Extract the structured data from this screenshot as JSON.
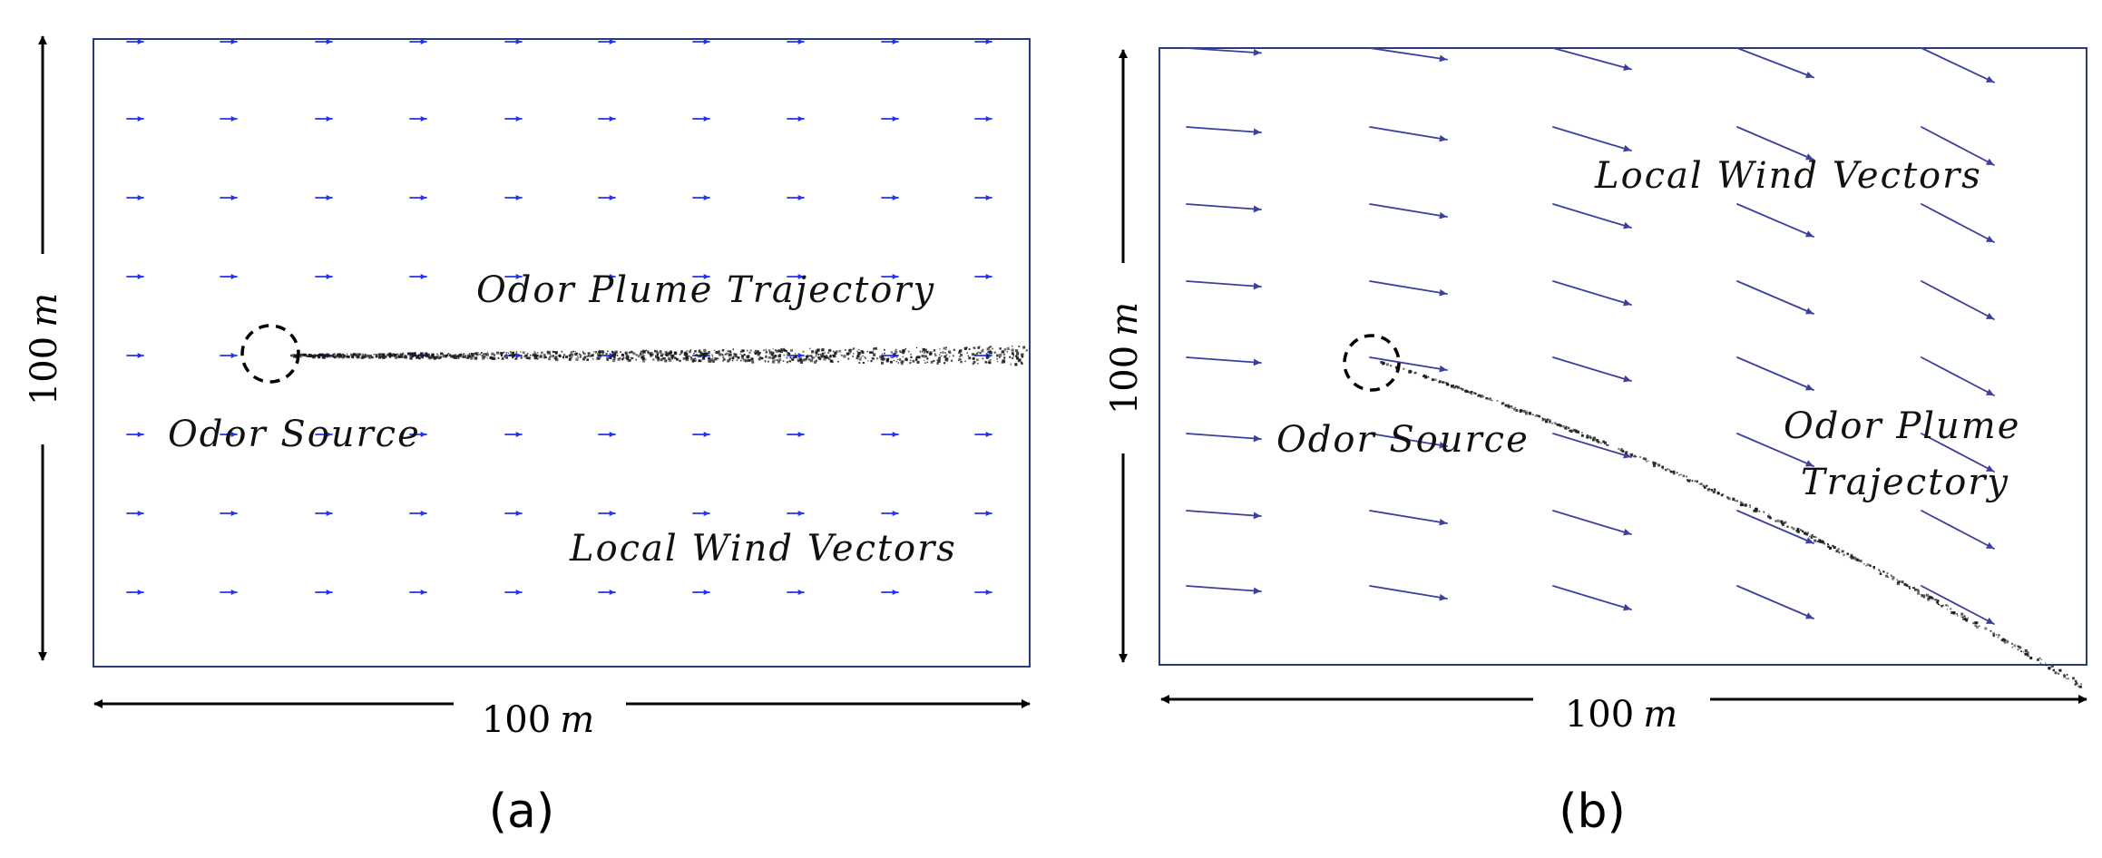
{
  "colors": {
    "wind_a": "#2233ee",
    "wind_b": "#3b3f9e",
    "plume": "#1a1a1a",
    "frame": "#2a3a7a",
    "dimension": "#000000"
  },
  "panel_a": {
    "caption": "(a)",
    "width_value": "100",
    "width_unit": "m",
    "height_value": "100",
    "height_unit": "m",
    "plume_label": "Odor Plume Trajectory",
    "source_label": "Odor Source",
    "wind_label": "Local Wind Vectors"
  },
  "panel_b": {
    "caption": "(b)",
    "width_value": "100",
    "width_unit": "m",
    "height_value": "100",
    "height_unit": "m",
    "wind_label": "Local Wind Vectors",
    "source_label": "Odor Source",
    "plume_label_line1": "Odor Plume",
    "plume_label_line2": "Trajectory"
  }
}
